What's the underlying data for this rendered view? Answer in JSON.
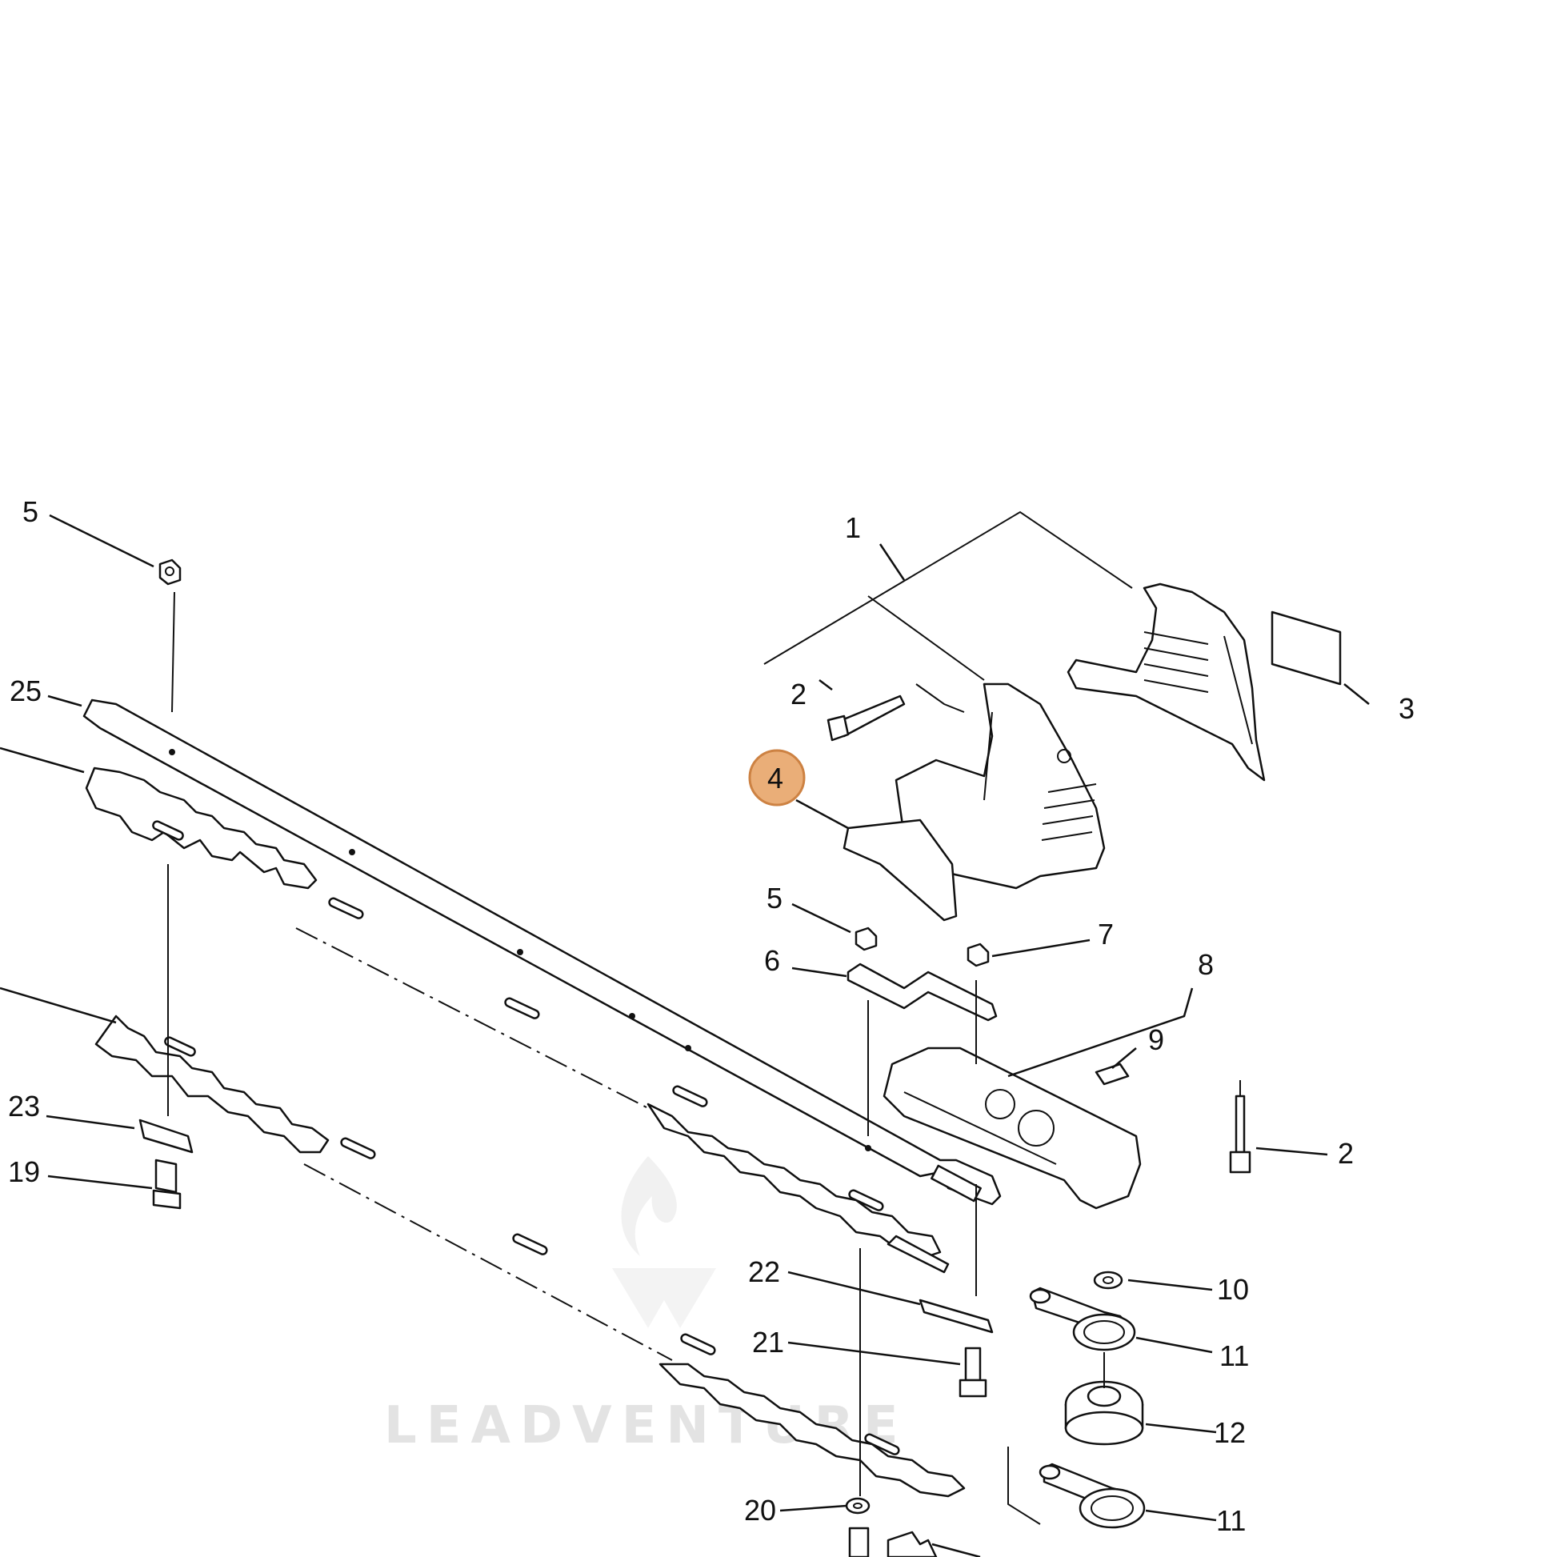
{
  "diagram": {
    "callouts": [
      {
        "id": "c1",
        "label": "1"
      },
      {
        "id": "c2a",
        "label": "2"
      },
      {
        "id": "c2b",
        "label": "2"
      },
      {
        "id": "c3",
        "label": "3"
      },
      {
        "id": "c4",
        "label": "4",
        "highlighted": true
      },
      {
        "id": "c5a",
        "label": "5"
      },
      {
        "id": "c5b",
        "label": "5"
      },
      {
        "id": "c6",
        "label": "6"
      },
      {
        "id": "c7",
        "label": "7"
      },
      {
        "id": "c8",
        "label": "8"
      },
      {
        "id": "c9",
        "label": "9"
      },
      {
        "id": "c10",
        "label": "10"
      },
      {
        "id": "c11a",
        "label": "11"
      },
      {
        "id": "c11b",
        "label": "11"
      },
      {
        "id": "c12",
        "label": "12"
      },
      {
        "id": "c19",
        "label": "19"
      },
      {
        "id": "c20",
        "label": "20"
      },
      {
        "id": "c21",
        "label": "21"
      },
      {
        "id": "c22",
        "label": "22"
      },
      {
        "id": "c23",
        "label": "23"
      },
      {
        "id": "c25",
        "label": "25"
      }
    ],
    "highlight_color": "#e8a66a",
    "highlight_stroke": "#c8752f"
  },
  "watermark": {
    "text": "LEADVENTURE",
    "color": "#e3e3e3"
  }
}
